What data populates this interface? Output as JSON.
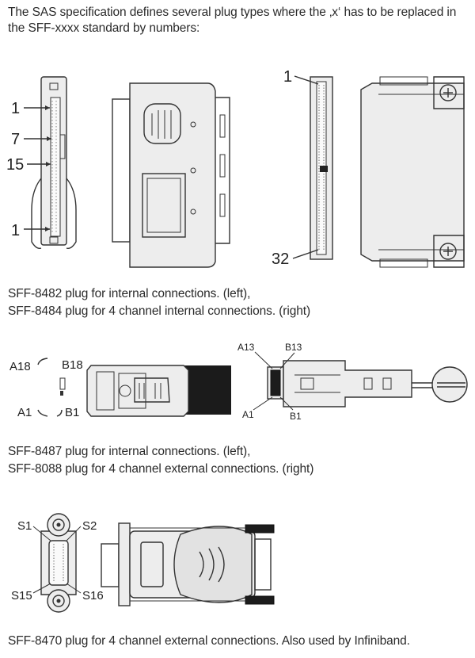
{
  "intro": "The SAS specification defines several plug types where the ‚x‘ has to be replaced in the SFF-xxxx standard by numbers:",
  "figure1": {
    "pin_labels": {
      "p1_top": "1",
      "p7": "7",
      "p15": "15",
      "p1_bottom": "1",
      "p1_right": "1",
      "p32": "32"
    },
    "caption_line1": "SFF-8482 plug for internal connections. (left),",
    "caption_line2": "SFF-8484 plug for 4 channel internal connections. (right)"
  },
  "figure2": {
    "pin_labels": {
      "a18": "A18",
      "b18": "B18",
      "a1": "A1",
      "b1": "B1",
      "a13": "A13",
      "b13": "B13",
      "a1_right": "A1",
      "b1_right": "B1"
    },
    "caption_line1": "SFF-8487 plug for internal connections. (left),",
    "caption_line2": "SFF-8088 plug for 4 channel external connections. (right)"
  },
  "figure3": {
    "pin_labels": {
      "s1": "S1",
      "s2": "S2",
      "s15": "S15",
      "s16": "S16"
    },
    "caption": "SFF-8470 plug for 4 channel external connections. Also used by Infiniband."
  }
}
